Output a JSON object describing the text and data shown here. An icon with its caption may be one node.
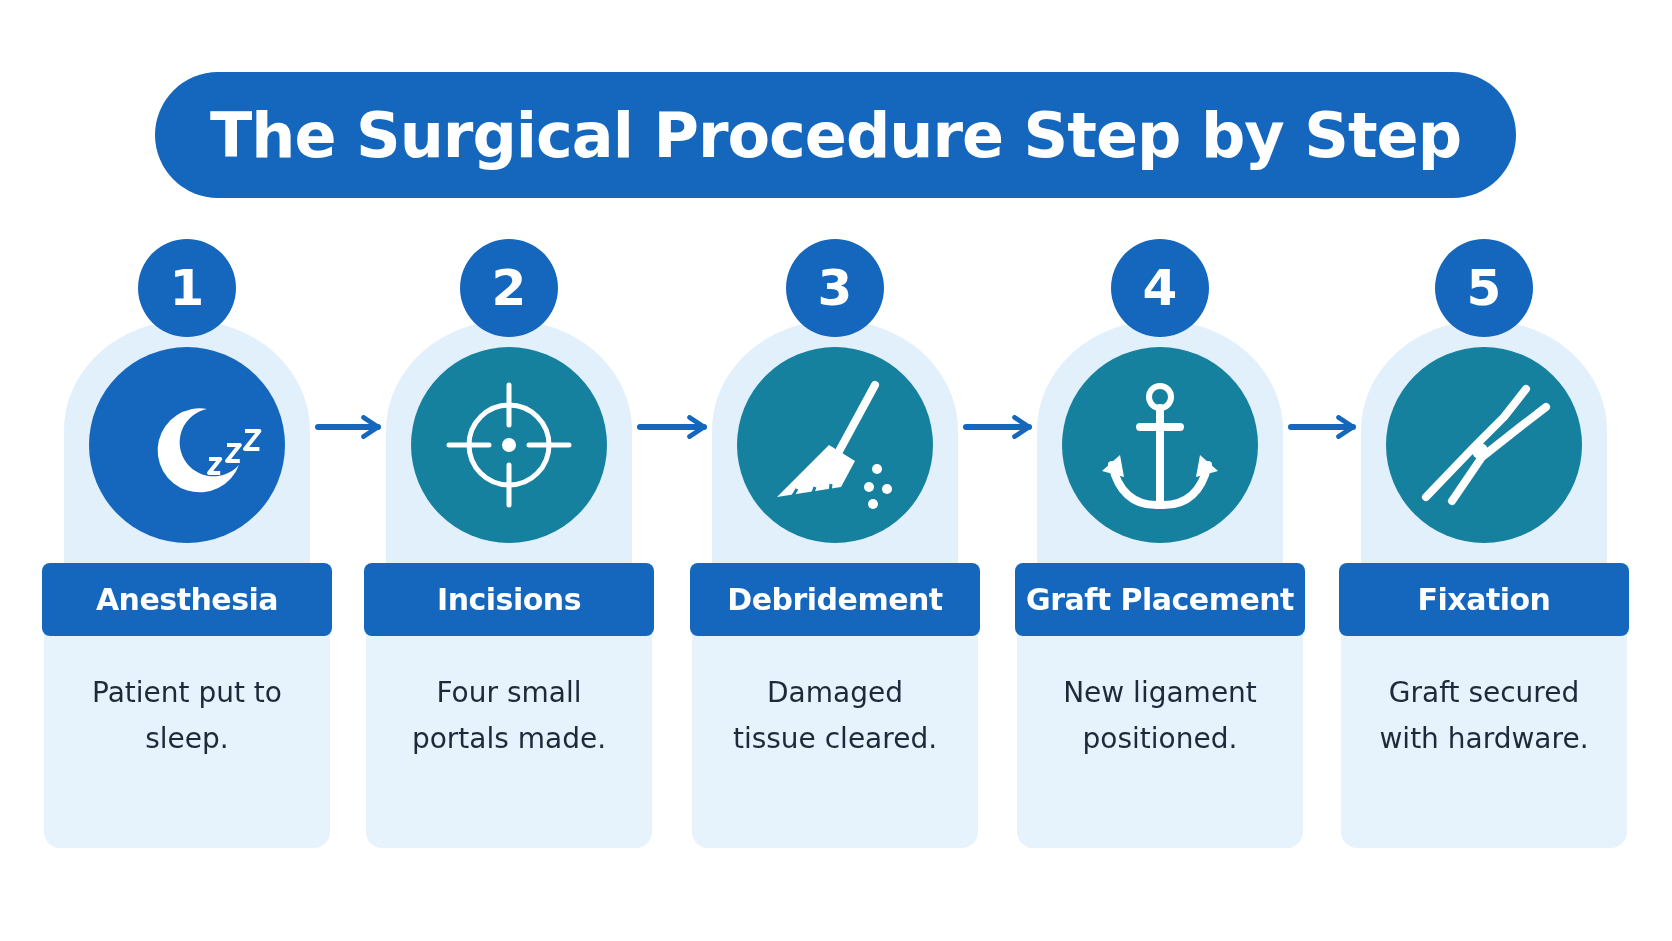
{
  "diagram": {
    "title": "The Surgical Procedure Step by Step",
    "nodes": [
      {
        "text": [
          "1"
        ]
      },
      {
        "text": [
          "Anesthesia",
          "Patient put to sleep."
        ]
      },
      {
        "text": [
          "2"
        ]
      },
      {
        "text": [
          "Incisions",
          "Four small portals made."
        ]
      },
      {
        "text": [
          "3"
        ]
      },
      {
        "text": [
          "Debridement",
          "Damaged tissue cleared."
        ]
      },
      {
        "text": [
          "4"
        ]
      },
      {
        "text": [
          "Graft Placement",
          "New ligament positioned."
        ]
      },
      {
        "text": [
          "5"
        ]
      },
      {
        "text": [
          "Fixation",
          "Graft secured with hardware."
        ]
      }
    ],
    "edges": [
      {
        "from": 1,
        "to": 3,
        "arrow": "to"
      },
      {
        "from": 3,
        "to": 5,
        "arrow": "to"
      },
      {
        "from": 5,
        "to": 7,
        "arrow": "to"
      },
      {
        "from": 7,
        "to": 9,
        "arrow": "to"
      }
    ]
  }
}
